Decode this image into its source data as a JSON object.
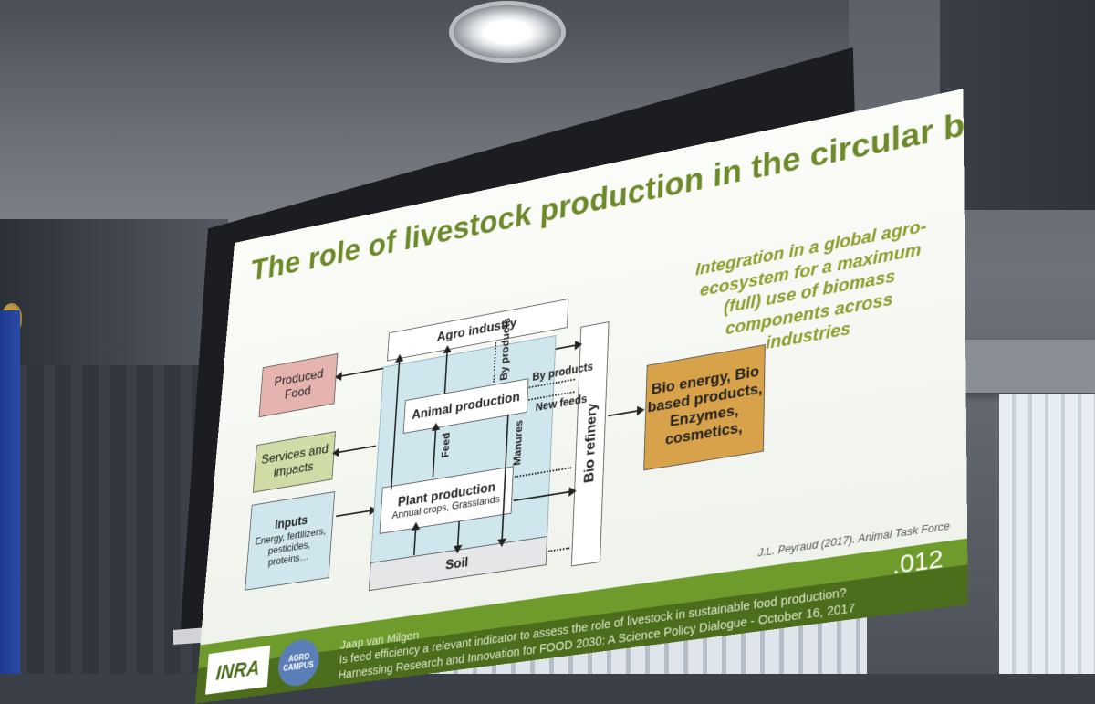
{
  "slide": {
    "title": "The role of livestock production in the circular bioeconomy",
    "boxes": {
      "agro_industry": "Agro industry",
      "produced_food": "Produced Food",
      "services_impacts": "Services and impacts",
      "inputs_title": "Inputs",
      "inputs_detail": "Energy, fertilizers, pesticides, proteins…",
      "animal_production": "Animal production",
      "plant_production": "Plant production",
      "plant_detail": "Annual crops,  Grasslands",
      "soil": "Soil",
      "bio_refinery": "Bio refinery",
      "bio_products": "Bio energy, Bio based products, Enzymes, cosmetics,"
    },
    "labels": {
      "by_products_vertical": "By products",
      "by_products": "By products",
      "new_feeds": "New feeds",
      "feed": "Feed",
      "manures": "Manures"
    },
    "integration_text": "Integration in a global agro-ecosystem for a maximum (full) use of biomass components across industries",
    "citation": "J.L. Peyraud (2017). Animal Task Force",
    "slide_number": ".012",
    "footer_lines": [
      "Jaap van Milgen",
      "Is feed efficiency a relevant indicator to assess the role of livestock in sustainable food production?",
      "Harnessing Research and Innovation for FOOD 2030: A Science Policy Dialogue - October 16, 2017"
    ],
    "logos": {
      "inra": "INRA",
      "agro_campus": "AGRO CAMPUS"
    }
  },
  "colors": {
    "title_green": "#6d8a2a",
    "food_box": "#e5b4ae",
    "services_box": "#cfdca5",
    "inputs_box": "#cfe6ec",
    "bio_products_box": "#d8a24a",
    "footer_green": "#6e9b2c"
  }
}
